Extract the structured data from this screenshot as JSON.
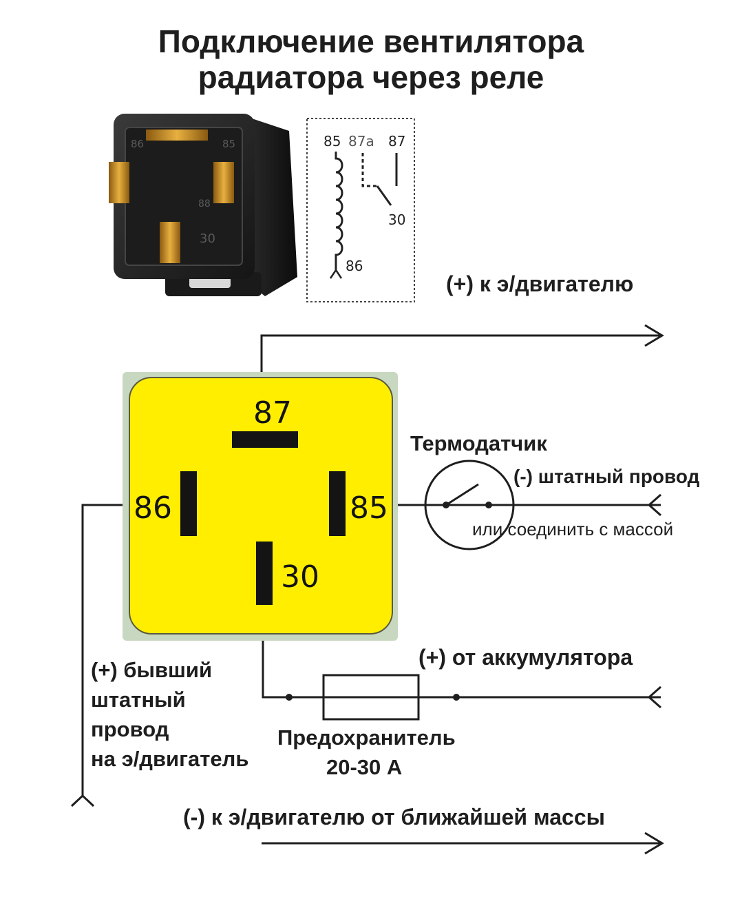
{
  "title": {
    "line1": "Подключение вентилятора",
    "line2": "радиатора через реле"
  },
  "schematic": {
    "pin85": "85",
    "pin87a": "87a",
    "pin87": "87",
    "pin30": "30",
    "pin86": "86"
  },
  "relay_photo": {
    "pin86": "86",
    "pin85": "85",
    "pin88": "88",
    "pin30": "30"
  },
  "relay_block": {
    "pin87": "87",
    "pin86": "86",
    "pin85": "85",
    "pin30": "30"
  },
  "labels": {
    "motor_plus": "(+) к э/двигателю",
    "thermo_sensor": "Термодатчик",
    "stock_wire_minus": "(-) штатный провод",
    "or_ground": "или соединить с массой",
    "battery_plus": "(+) от аккумулятора",
    "former_wire_1": "(+) бывший",
    "former_wire_2": "штатный",
    "former_wire_3": "провод",
    "former_wire_4": "на э/двигатель",
    "fuse_1": "Предохранитель",
    "fuse_2": "20-30 А",
    "ground_minus": "(-) к э/двигателю от ближайшей массы"
  },
  "colors": {
    "relay_yellow": "#ffee00",
    "relay_frame": "#c8d8c0",
    "wire": "#1e1e1e",
    "pin": "#141414"
  }
}
